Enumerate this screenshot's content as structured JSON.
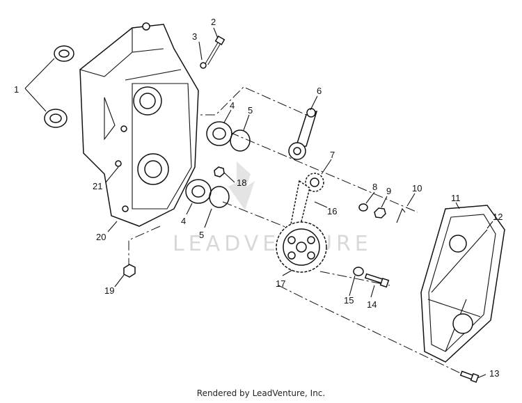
{
  "callouts": [
    "1",
    "2",
    "3",
    "4",
    "5",
    "6",
    "7",
    "8",
    "9",
    "10",
    "11",
    "12",
    "13",
    "14",
    "15",
    "16",
    "17",
    "18",
    "19",
    "20",
    "21",
    "4",
    "5"
  ],
  "watermark": "LEADVENTURE",
  "footer": "Rendered by LeadVenture, Inc."
}
